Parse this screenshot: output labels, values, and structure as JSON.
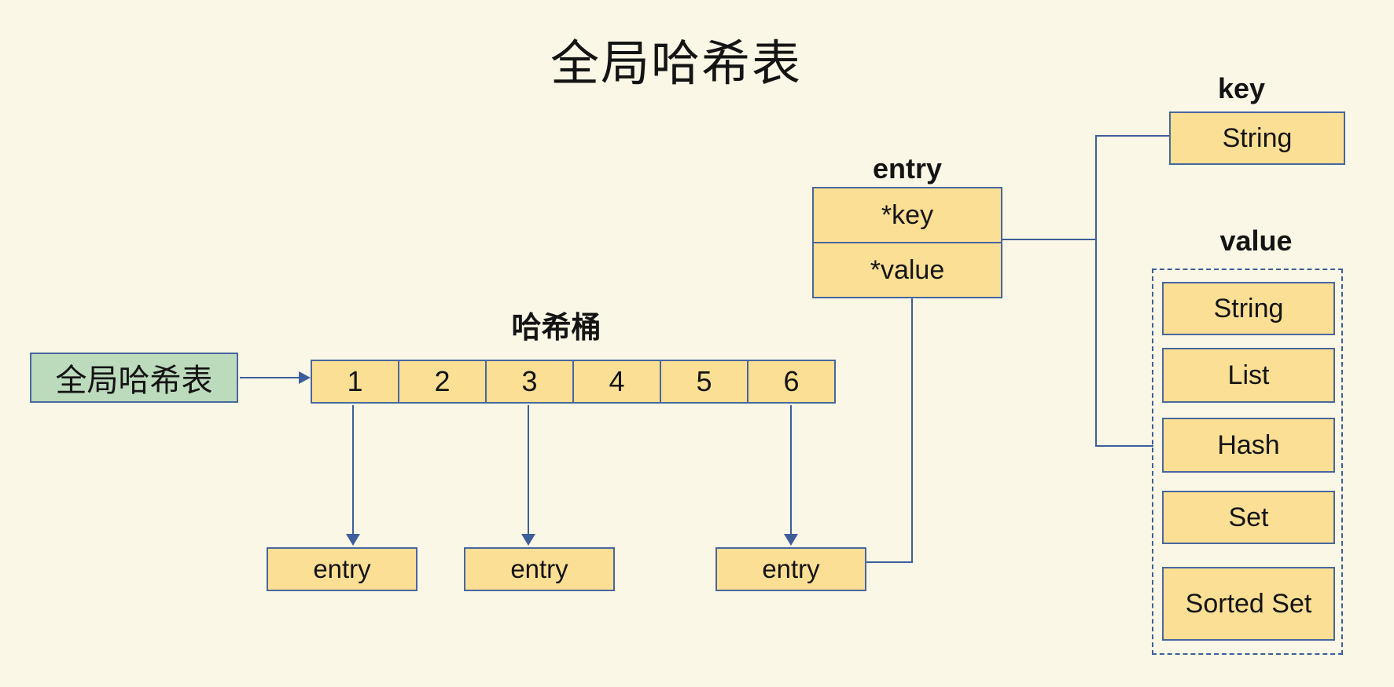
{
  "title": "全局哈希表",
  "colors": {
    "background": "#FAF7E6",
    "box_fill": "#FBDF94",
    "box_border": "#47679E",
    "green_fill": "#BCDABC",
    "line": "#3D5E9A",
    "text": "#141414"
  },
  "global_table": {
    "label": "全局哈希表"
  },
  "hash_bucket": {
    "label": "哈希桶",
    "cells": [
      "1",
      "2",
      "3",
      "4",
      "5",
      "6"
    ]
  },
  "entries": [
    {
      "label": "entry"
    },
    {
      "label": "entry"
    },
    {
      "label": "entry"
    }
  ],
  "entry_struct": {
    "label": "entry",
    "fields": [
      "*key",
      "*value"
    ]
  },
  "key_section": {
    "label": "key",
    "type": "String"
  },
  "value_section": {
    "label": "value",
    "types": [
      "String",
      "List",
      "Hash",
      "Set",
      "Sorted Set"
    ]
  }
}
